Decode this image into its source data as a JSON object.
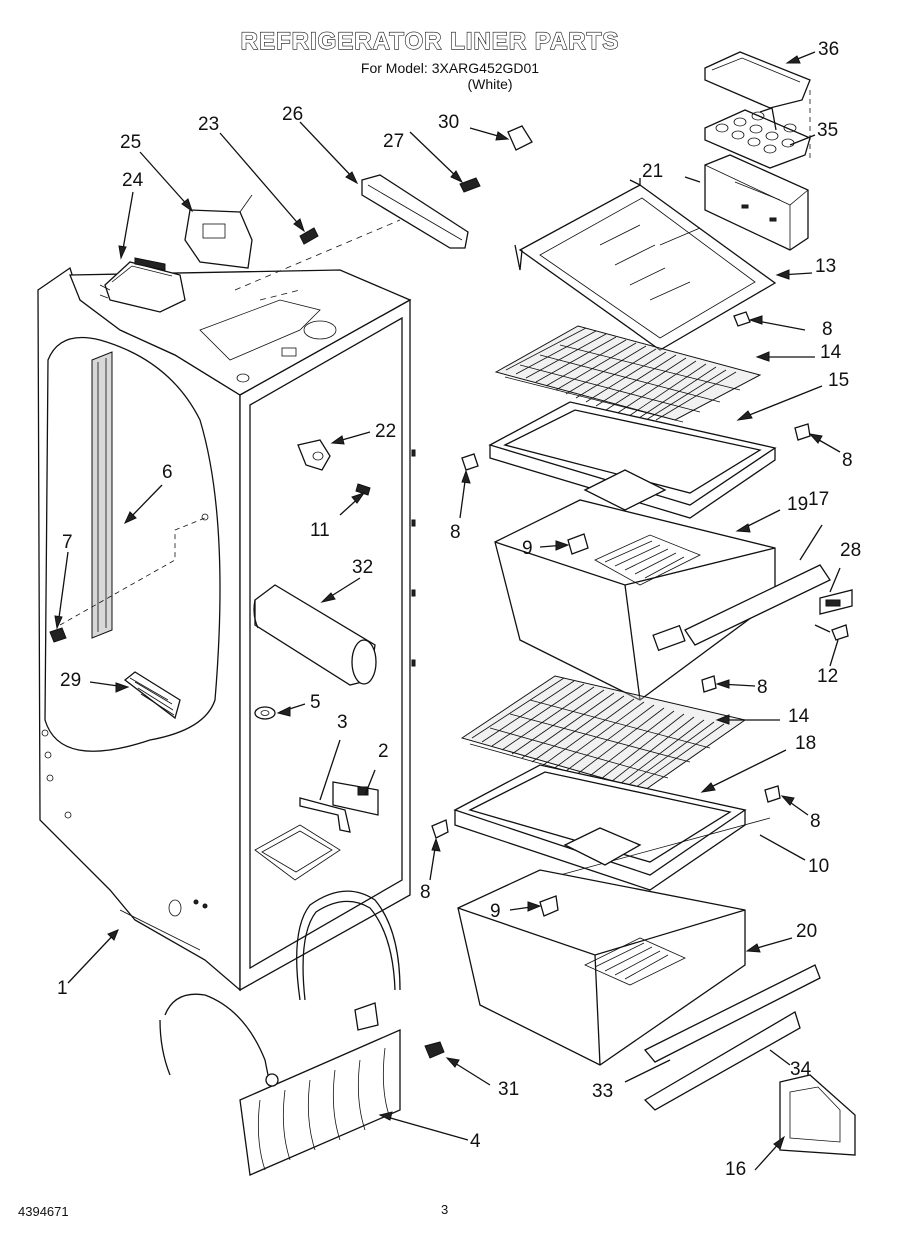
{
  "header": {
    "title": "REFRIGERATOR LINER PARTS",
    "model_line": "For Model: 3XARG452GD01",
    "color_line": "(White)"
  },
  "footer": {
    "doc_number": "4394671",
    "page_number": "3"
  },
  "callouts": [
    "1",
    "2",
    "3",
    "4",
    "5",
    "6",
    "7",
    "8",
    "9",
    "10",
    "11",
    "12",
    "13",
    "14",
    "15",
    "16",
    "17",
    "18",
    "19",
    "20",
    "21",
    "22",
    "23",
    "24",
    "25",
    "26",
    "27",
    "28",
    "29",
    "30",
    "31",
    "32",
    "33",
    "34",
    "35",
    "36"
  ],
  "callout_labels": {
    "c1": "1",
    "c2": "2",
    "c3": "3",
    "c4": "4",
    "c5": "5",
    "c6": "6",
    "c7": "7",
    "c8a": "8",
    "c8b": "8",
    "c8c": "8",
    "c8d": "8",
    "c8e": "8",
    "c8f": "8",
    "c9a": "9",
    "c9b": "9",
    "c10": "10",
    "c11": "11",
    "c12": "12",
    "c13": "13",
    "c14a": "14",
    "c14b": "14",
    "c15": "15",
    "c16": "16",
    "c17": "17",
    "c18": "18",
    "c19": "19",
    "c20": "20",
    "c21": "21",
    "c22": "22",
    "c23": "23",
    "c24": "24",
    "c25": "25",
    "c26": "26",
    "c27": "27",
    "c28": "28",
    "c29": "29",
    "c30": "30",
    "c31": "31",
    "c32": "32",
    "c33": "33",
    "c34": "34",
    "c35": "35",
    "c36": "36"
  }
}
